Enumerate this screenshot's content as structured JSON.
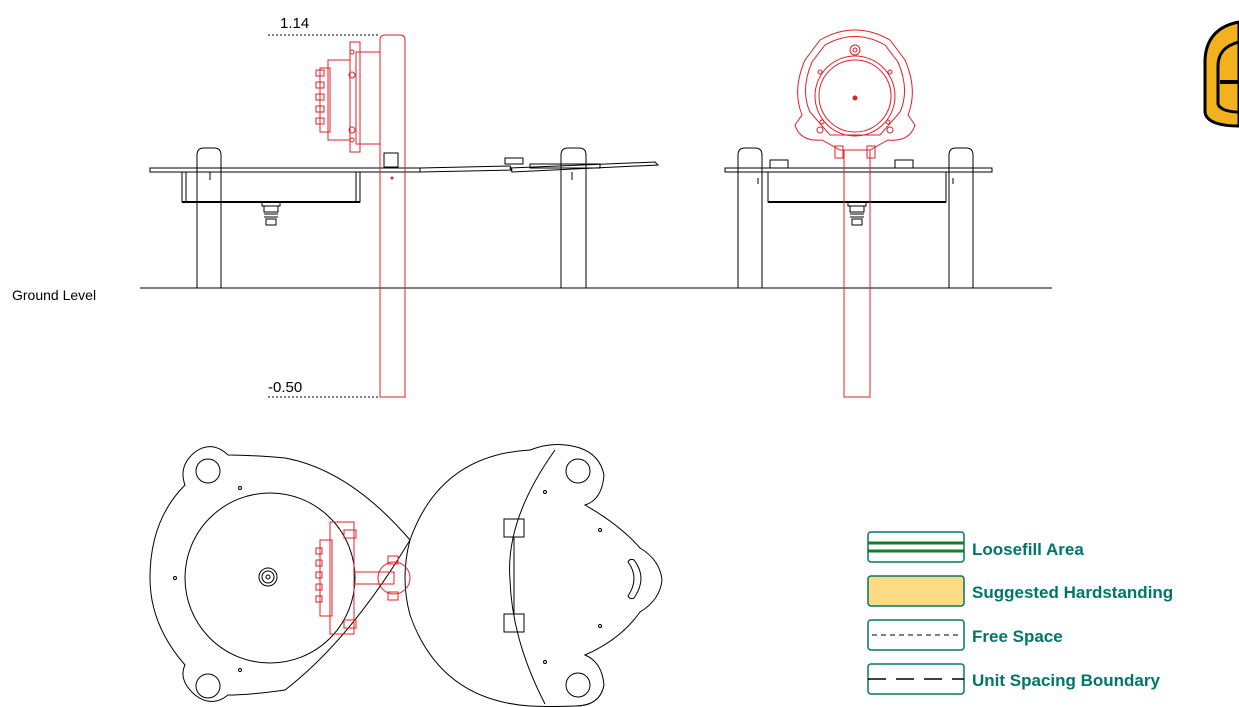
{
  "dimensions": {
    "top_height": "1.14",
    "bottom_depth": "-0.50"
  },
  "ground_label": "Ground Level",
  "legend": [
    {
      "id": "loosefill",
      "label": "Loosefill Area"
    },
    {
      "id": "hardstanding",
      "label": "Suggested Hardstanding"
    },
    {
      "id": "free-space",
      "label": "Free Space"
    },
    {
      "id": "unit-spacing",
      "label": "Unit Spacing Boundary"
    }
  ],
  "colors": {
    "line": "#000000",
    "equipment": "#e0202a",
    "legend_border": "#00766a",
    "loosefill_stripe": "#1a7a2a",
    "hardstanding_fill": "#fddb84",
    "logo_yellow": "#f2b21d"
  },
  "logo": {
    "icon": "brand-logo-fragment"
  }
}
